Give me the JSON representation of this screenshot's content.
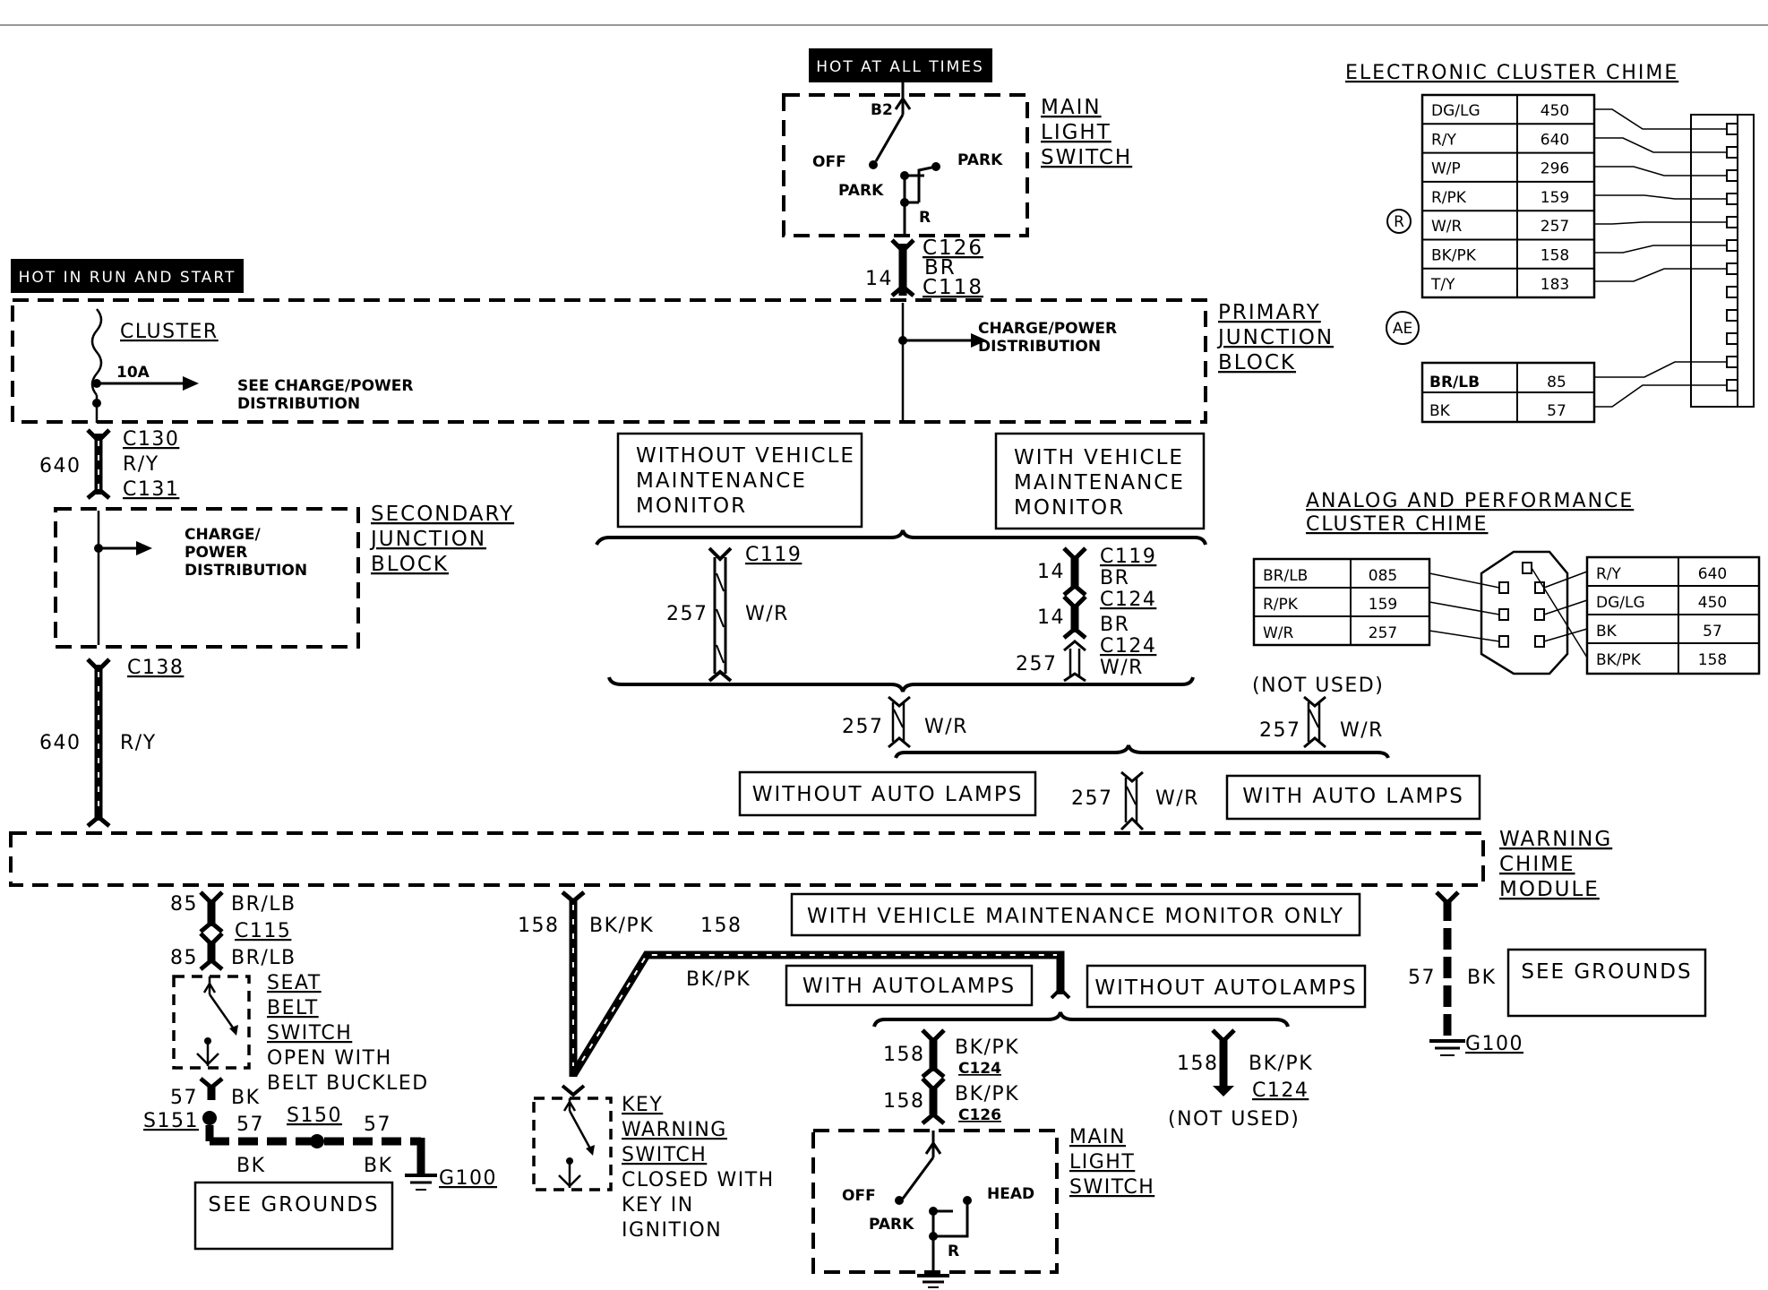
{
  "top_tags": {
    "hot_at_all_times": "HOT AT ALL TIMES",
    "hot_in_run": "HOT IN RUN AND START"
  },
  "main_light_switch_top": {
    "title": [
      "MAIN",
      "LIGHT",
      "SWITCH"
    ],
    "b2": "B2",
    "off": "OFF",
    "park_right": "PARK",
    "park_left": "PARK",
    "r": "R"
  },
  "connector_c126": {
    "top": "C126",
    "color": "BR",
    "bottom": "C118",
    "circuit": "14"
  },
  "primary_junction": {
    "title": [
      "PRIMARY",
      "JUNCTION",
      "BLOCK"
    ],
    "cluster": "CLUSTER",
    "fuse": "10A",
    "see_charge": [
      "SEE CHARGE/POWER",
      "DISTRIBUTION"
    ],
    "charge_power": [
      "CHARGE/POWER",
      "DISTRIBUTION"
    ]
  },
  "connector_c130": {
    "top": "C130",
    "color": "R/Y",
    "bottom": "C131",
    "circuit": "640"
  },
  "secondary_junction": {
    "title": [
      "SECONDARY",
      "JUNCTION",
      "BLOCK"
    ],
    "charge": [
      "CHARGE/",
      "POWER",
      "DISTRIBUTION"
    ]
  },
  "wire_c138": {
    "conn": "C138",
    "circuit": "640",
    "color": "R/Y"
  },
  "vmm_boxes": {
    "without": [
      "WITHOUT VEHICLE",
      "MAINTENANCE",
      "MONITOR"
    ],
    "with": [
      "WITH VEHICLE",
      "MAINTENANCE",
      "MONITOR"
    ]
  },
  "wire_c119_left": {
    "conn": "C119",
    "circuit": "257",
    "color": "W/R"
  },
  "wire_c119_right": {
    "conn1": "C119",
    "circuit1": "14",
    "color1": "BR",
    "conn2": "C124",
    "circuit2": "14",
    "color2": "BR",
    "conn3": "C124",
    "circuit3": "257",
    "color3": "W/R"
  },
  "wire_257_mid": {
    "circuit": "257",
    "color": "W/R"
  },
  "not_used_top": {
    "label": "(NOT USED)",
    "circuit": "257",
    "color": "W/R"
  },
  "auto_lamps": {
    "without": "WITHOUT AUTO LAMPS",
    "with": "WITH AUTO LAMPS",
    "circuit": "257",
    "color": "W/R"
  },
  "warning_chime": {
    "title": [
      "WARNING",
      "CHIME",
      "MODULE"
    ]
  },
  "seat_belt": {
    "c85a": "85",
    "colora": "BR/LB",
    "conn": "C115",
    "c85b": "85",
    "colorb": "BR/LB",
    "title": [
      "SEAT",
      "BELT",
      "SWITCH"
    ],
    "note": [
      "OPEN WITH",
      "BELT BUCKLED"
    ],
    "c57": "57",
    "bk": "BK",
    "s151": "S151",
    "s150": "S150",
    "c57a": "57",
    "c57b": "57",
    "bka": "BK",
    "bkb": "BK",
    "g100": "G100",
    "see_grounds": "SEE GROUNDS"
  },
  "key_warning": {
    "c158a": "158",
    "colora": "BK/PK",
    "c158b": "158",
    "colorb": "BK/PK",
    "title": [
      "KEY",
      "WARNING",
      "SWITCH"
    ],
    "note": [
      "CLOSED WITH",
      "KEY IN",
      "IGNITION"
    ]
  },
  "vmm_only": "WITH VEHICLE MAINTENANCE MONITOR ONLY",
  "autolamps_boxes": {
    "with": "WITH AUTOLAMPS",
    "without": "WITHOUT AUTOLAMPS"
  },
  "main_light_switch_bottom": {
    "c158a": "158",
    "colora": "BK/PK",
    "conna": "C124",
    "c158b": "158",
    "colorb": "BK/PK",
    "connb": "C126",
    "title": [
      "MAIN",
      "LIGHT",
      "SWITCH"
    ],
    "off": "OFF",
    "head": "HEAD",
    "park": "PARK",
    "r": "R"
  },
  "not_used_bottom": {
    "circuit": "158",
    "color": "BK/PK",
    "conn": "C124",
    "label": "(NOT USED)"
  },
  "ground_right": {
    "circuit": "57",
    "color": "BK",
    "see_grounds": "SEE GROUNDS",
    "g100": "G100"
  },
  "electronic_chime": {
    "title": "ELECTRONIC CLUSTER CHIME",
    "rows": [
      [
        "DG/LG",
        "450"
      ],
      [
        "R/Y",
        "640"
      ],
      [
        "W/P",
        "296"
      ],
      [
        "R/PK",
        "159"
      ],
      [
        "W/R",
        "257"
      ],
      [
        "BK/PK",
        "158"
      ],
      [
        "T/Y",
        "183"
      ]
    ],
    "rows2": [
      [
        "BR/LB",
        "85"
      ],
      [
        "BK",
        "57"
      ]
    ],
    "marker_r": "R",
    "marker_ae": "AE"
  },
  "analog_chime": {
    "title": [
      "ANALOG AND PERFORMANCE",
      "CLUSTER CHIME"
    ],
    "left": [
      [
        "BR/LB",
        "085"
      ],
      [
        "R/PK",
        "159"
      ],
      [
        "W/R",
        "257"
      ]
    ],
    "right": [
      [
        "R/Y",
        "640"
      ],
      [
        "DG/LG",
        "450"
      ],
      [
        "BK",
        "57"
      ],
      [
        "BK/PK",
        "158"
      ]
    ]
  }
}
